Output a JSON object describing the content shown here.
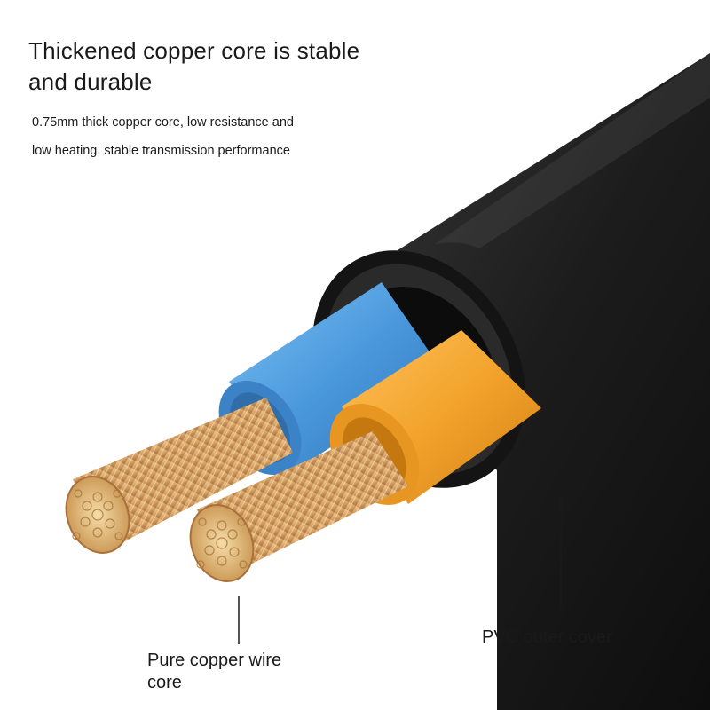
{
  "headline": {
    "line1": "Thickened copper core is stable",
    "line2": "and durable"
  },
  "description": {
    "line1": "0.75mm thick copper core, low resistance and",
    "line2": "low heating, stable transmission performance"
  },
  "callouts": {
    "core": {
      "line1": "Pure copper wire",
      "line2": "core"
    },
    "cover": {
      "label": "PVC outer cover"
    }
  },
  "colors": {
    "jacket": "#1c1c1c",
    "blue_insulation": "#4a98dc",
    "orange_insulation": "#f2a32c",
    "copper": "#d9a56a"
  }
}
